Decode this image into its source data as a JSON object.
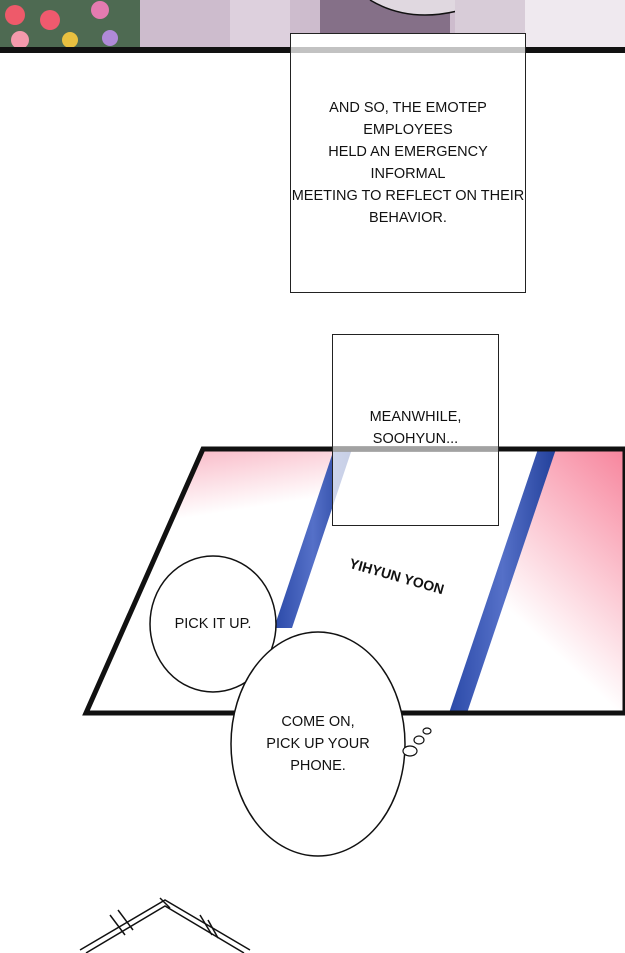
{
  "captions": [
    {
      "text": "AND SO, THE EMOTEP EMPLOYEES\nHELD AN EMERGENCY INFORMAL\nMEETING TO REFLECT ON THEIR\nBEHAVIOR."
    },
    {
      "text": "MEANWHILE,\nSOOHYUN..."
    }
  ],
  "phone": {
    "caller_name": "YIHYUN YOON"
  },
  "bubbles": [
    {
      "text": "PICK IT UP."
    },
    {
      "text": "COME ON,\nPICK UP YOUR\nPHONE."
    }
  ],
  "colors": {
    "phone_stripe": "#3d5bb5",
    "pink": "#f7849c",
    "top_panel": "#c9b6c9"
  }
}
